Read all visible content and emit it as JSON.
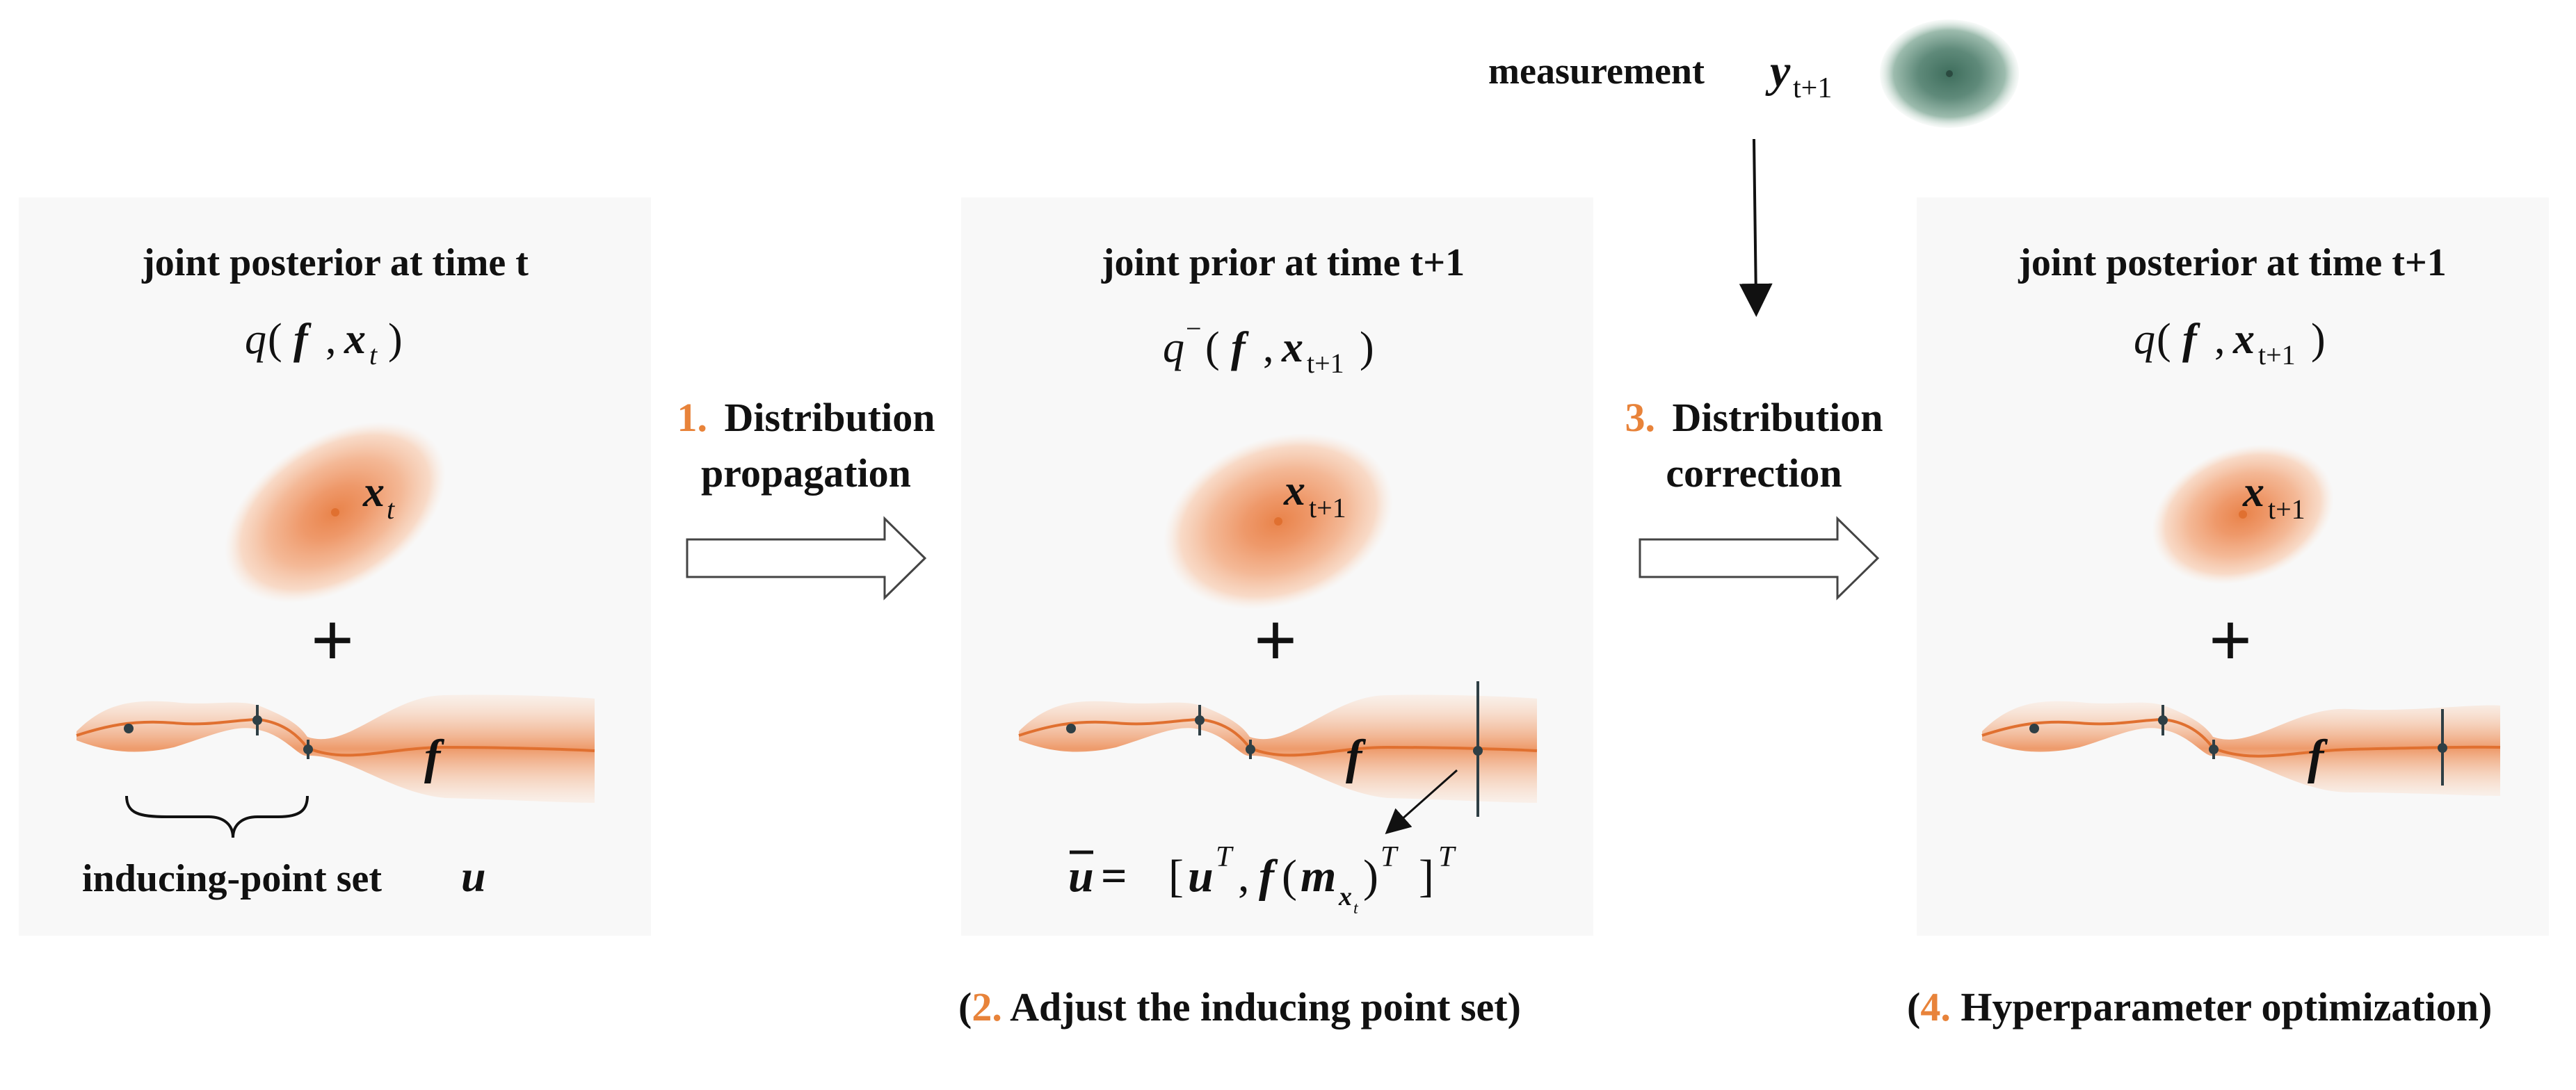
{
  "colors": {
    "accent": "#e8833a",
    "panel": "#f8f8f8",
    "measurement": "#4d7a68",
    "marker": "#2f3f45"
  },
  "measurement": {
    "label": "measurement",
    "symbol": "y",
    "subscript": "t+1"
  },
  "panels": [
    {
      "title": "joint posterior at time t",
      "formula": {
        "func": "q",
        "sup": "",
        "f": "f",
        "x": "x",
        "sub": "t"
      },
      "state": {
        "symbol": "x",
        "subscript": "t"
      },
      "function_label": "f",
      "plus": "+",
      "inducing": {
        "label": "inducing-point set",
        "symbol": "u"
      }
    },
    {
      "title": "joint prior at time t+1",
      "formula": {
        "func": "q",
        "sup": "−",
        "f": "f",
        "x": "x",
        "sub": "t+1"
      },
      "state": {
        "symbol": "x",
        "subscript": "t+1"
      },
      "function_label": "f",
      "plus": "+",
      "augmented": {
        "lhs": "u",
        "eq": "=",
        "u": "u",
        "T": "T",
        "f": "f",
        "m": "m",
        "msub": "x",
        "msubsub": "t"
      }
    },
    {
      "title": "joint posterior at time t+1",
      "formula": {
        "func": "q",
        "sup": "",
        "f": "f",
        "x": "x",
        "sub": "t+1"
      },
      "state": {
        "symbol": "x",
        "subscript": "t+1"
      },
      "function_label": "f",
      "plus": "+"
    }
  ],
  "steps": [
    {
      "number": "1.",
      "line1": "Distribution",
      "line2": "propagation"
    },
    {
      "number": "3.",
      "line1": "Distribution",
      "line2": "correction"
    }
  ],
  "notes": [
    {
      "open": "(",
      "number": "2.",
      "text": " Adjust the inducing point set)"
    },
    {
      "open": "(",
      "number": "4.",
      "text": " Hyperparameter optimization)"
    }
  ]
}
